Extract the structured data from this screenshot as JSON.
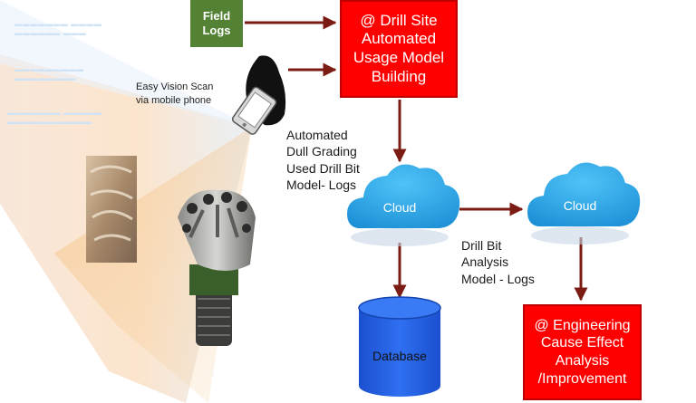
{
  "field_logs": {
    "lines": [
      "Field",
      "Logs"
    ]
  },
  "drill_site": {
    "lines": [
      "@ Drill Site",
      "Automated",
      "Usage Model",
      "Building"
    ]
  },
  "scan": {
    "lines": [
      "Easy Vision Scan",
      "via mobile phone"
    ]
  },
  "dull_grading": {
    "lines": [
      "Automated",
      "Dull Grading",
      "Used Drill Bit",
      "Model- Logs"
    ]
  },
  "cloud_1": {
    "label": "Cloud"
  },
  "cloud_2": {
    "label": "Cloud"
  },
  "bit_analysis": {
    "lines": [
      "Drill Bit",
      "Analysis",
      "Model - Logs"
    ]
  },
  "database": {
    "label": "Database"
  },
  "engineering": {
    "lines": [
      "@ Engineering",
      "Cause Effect",
      "Analysis",
      "/Improvement"
    ]
  },
  "colors": {
    "arrow": "#7b1c14",
    "red_box": "#ff0000",
    "green_box": "#548235",
    "cloud": "#29a8e6",
    "database": "#1f5fe0"
  }
}
